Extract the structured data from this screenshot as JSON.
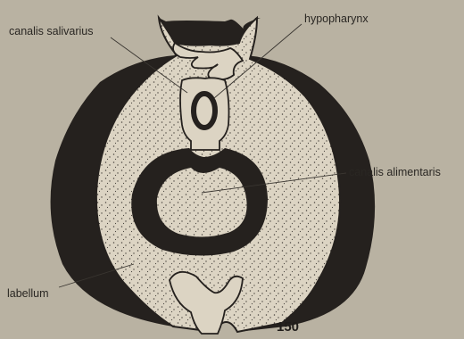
{
  "diagram": {
    "labels": {
      "canalis_salivarius": "canalis salivarius",
      "hypopharynx": "hypopharynx",
      "canalis_alimentaris": "canalis alimentaris",
      "labellum": "labellum"
    },
    "figure_number": "150"
  },
  "colors": {
    "background": "#b9b2a2",
    "tissue": "#dcd4c3",
    "stipple": "#4a453e",
    "cuticle": "#25211e"
  }
}
